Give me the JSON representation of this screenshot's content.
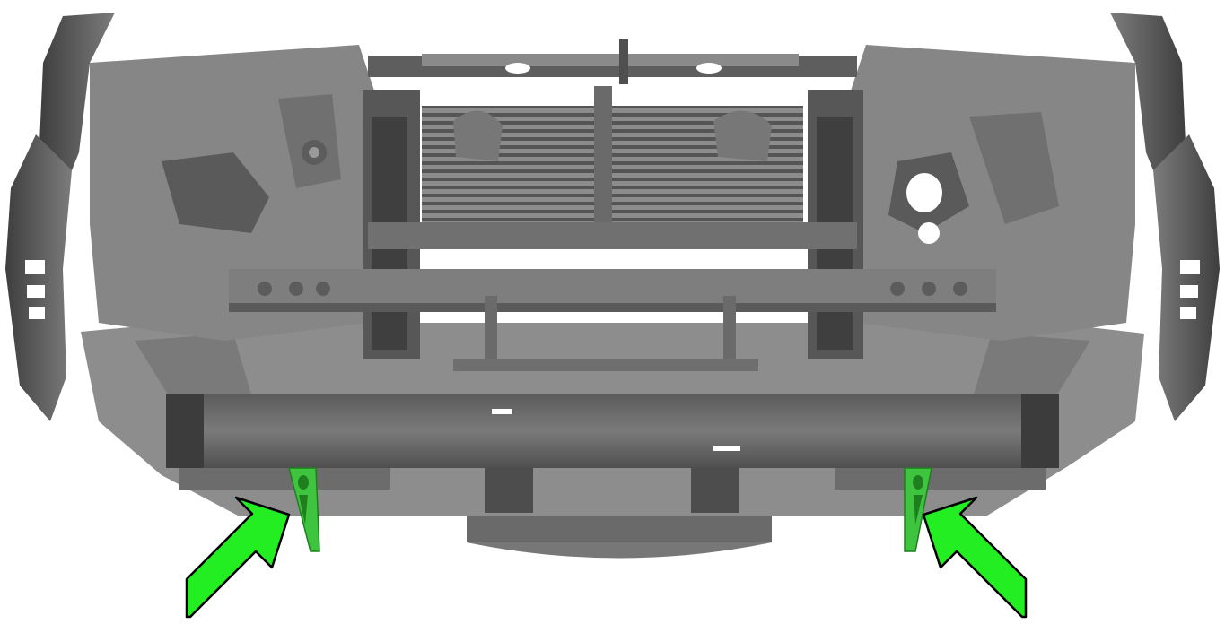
{
  "diagram": {
    "subject": "front-end-structure-scan",
    "colors": {
      "background": "#ffffff",
      "structure_dark": "#4a4a4a",
      "structure_mid": "#6e6e6e",
      "structure_light": "#9a9a9a",
      "highlight_part": "#3fc43f",
      "highlight_part_dark": "#1f7f1f",
      "arrow_fill": "#22ee22",
      "arrow_outline": "#000000"
    },
    "highlighted_parts": [
      {
        "id": "left-bumper-bracket",
        "icon": "bracket-icon"
      },
      {
        "id": "right-bumper-bracket",
        "icon": "bracket-icon"
      }
    ],
    "pointers": [
      {
        "id": "left-arrow",
        "icon": "arrow-up-right-icon",
        "targets": "left-bumper-bracket"
      },
      {
        "id": "right-arrow",
        "icon": "arrow-up-left-icon",
        "targets": "right-bumper-bracket"
      }
    ]
  }
}
